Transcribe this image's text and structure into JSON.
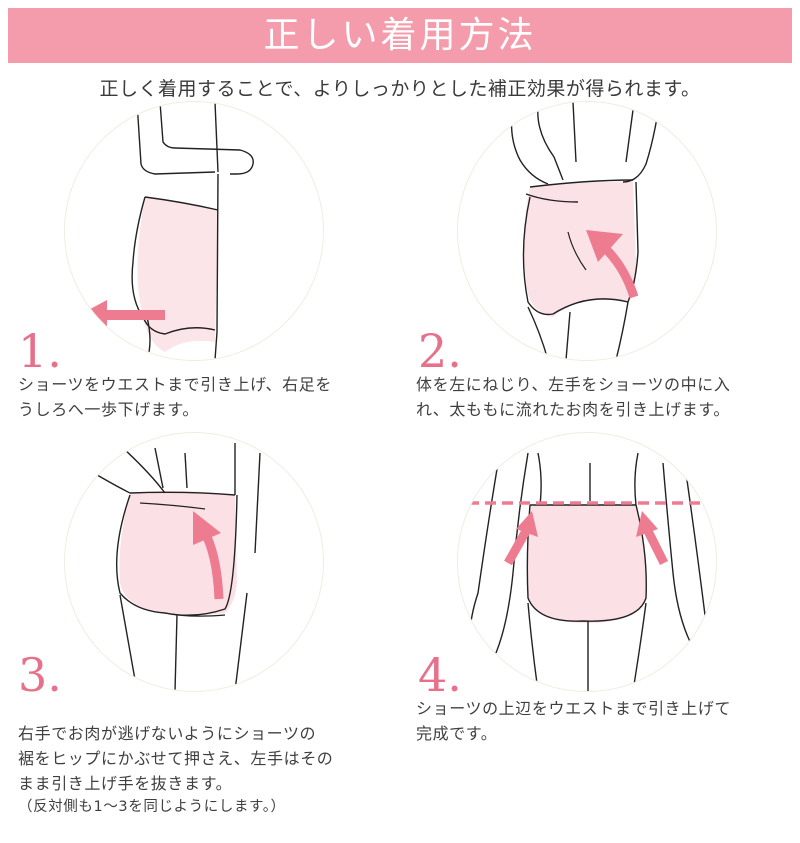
{
  "header": {
    "title": "正しい着用方法",
    "subtitle": "正しく着用することで、よりしっかりとした補正効果が得られます。",
    "bar_color": "#f49cab"
  },
  "colors": {
    "accent": "#e7718a",
    "arrow": "#ee7c91",
    "garment_fill": "#fbe3e7",
    "circle_border": "#efede0",
    "text": "#3f3f3f"
  },
  "steps": [
    {
      "number": "1.",
      "text": "ショーツをウエストまで引き上げ、右足を\nうしろへ一歩下げます。",
      "note": "",
      "illustration": "side-view-step-back-arrow-left"
    },
    {
      "number": "2.",
      "text": "体を左にねじり、左手をショーツの中に入\nれ、太ももに流れたお肉を引き上げます。",
      "note": "",
      "illustration": "back-view-hand-lift-arrow-up"
    },
    {
      "number": "3.",
      "text": "右手でお肉が逃げないようにショーツの\n裾をヒップにかぶせて押さえ、左手はその\nまま引き上げ手を抜きます。",
      "note": "（反対側も1〜3を同じようにします。）",
      "illustration": "back-view-hip-cover-arrow-up"
    },
    {
      "number": "4.",
      "text": "ショーツの上辺をウエストまで引き上げて\n完成です。",
      "note": "",
      "illustration": "back-view-waist-line-arrows-up"
    }
  ]
}
